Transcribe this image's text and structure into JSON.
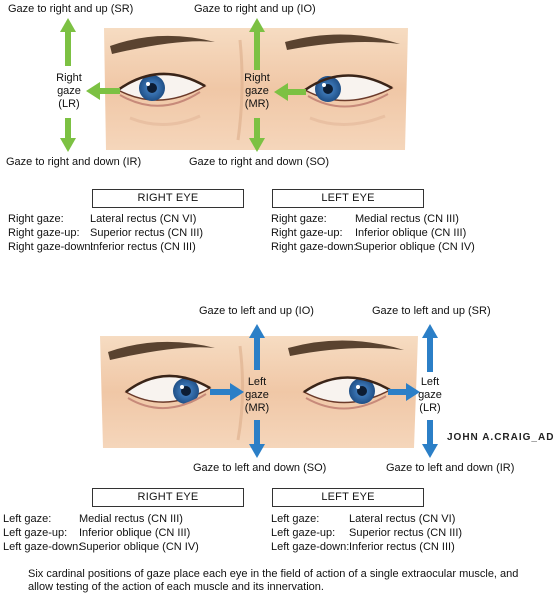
{
  "colors": {
    "green_arrow": "#7cc143",
    "blue_arrow": "#2b7fc7",
    "skin": "#f3d2b3",
    "iris": "#4f8cc9"
  },
  "top": {
    "gaze_label": [
      "Right",
      "gaze",
      "(LR)"
    ],
    "mid_label": [
      "Right",
      "gaze",
      "(MR)"
    ],
    "labels": {
      "up_left": "Gaze to right and up (SR)",
      "up_mid": "Gaze to right and up (IO)",
      "down_left": "Gaze to right and down (IR)",
      "down_mid": "Gaze to right and down (SO)"
    },
    "right_eye": {
      "title": "RIGHT EYE",
      "rows": [
        [
          "Right gaze:",
          "Lateral rectus (CN VI)"
        ],
        [
          "Right gaze-up:",
          "Superior rectus (CN III)"
        ],
        [
          "Right gaze-down:",
          "Inferior rectus  (CN III)"
        ]
      ]
    },
    "left_eye": {
      "title": "LEFT EYE",
      "rows": [
        [
          "Right gaze:",
          "Medial rectus (CN III)"
        ],
        [
          "Right gaze-up:",
          "Inferior oblique (CN III)"
        ],
        [
          "Right gaze-down:",
          "Superior oblique (CN IV)"
        ]
      ]
    }
  },
  "bottom": {
    "mid_label": [
      "Left",
      "gaze",
      "(MR)"
    ],
    "right_label": [
      "Left",
      "gaze",
      "(LR)"
    ],
    "labels": {
      "up_mid": "Gaze to left and up (IO)",
      "up_right": "Gaze to left and up (SR)",
      "down_mid": "Gaze to left and down (SO)",
      "down_right": "Gaze to left and down (IR)"
    },
    "right_eye": {
      "title": "RIGHT EYE",
      "rows": [
        [
          "Left gaze:",
          "Medial rectus (CN III)"
        ],
        [
          "Left gaze-up:",
          "Inferior oblique (CN III)"
        ],
        [
          "Left gaze-down:",
          "Superior oblique  (CN IV)"
        ]
      ]
    },
    "left_eye": {
      "title": "LEFT EYE",
      "rows": [
        [
          "Left gaze:",
          "Lateral rectus (CN VI)"
        ],
        [
          "Left gaze-up:",
          "Superior rectus (CN III)"
        ],
        [
          "Left gaze-down:",
          "Inferior rectus  (CN III)"
        ]
      ]
    }
  },
  "signature": "JOHN A.CRAIG_AD",
  "caption": "Six cardinal positions of gaze place each eye in the field of action of a single extraocular muscle, and allow testing of the action of each muscle and its innervation."
}
